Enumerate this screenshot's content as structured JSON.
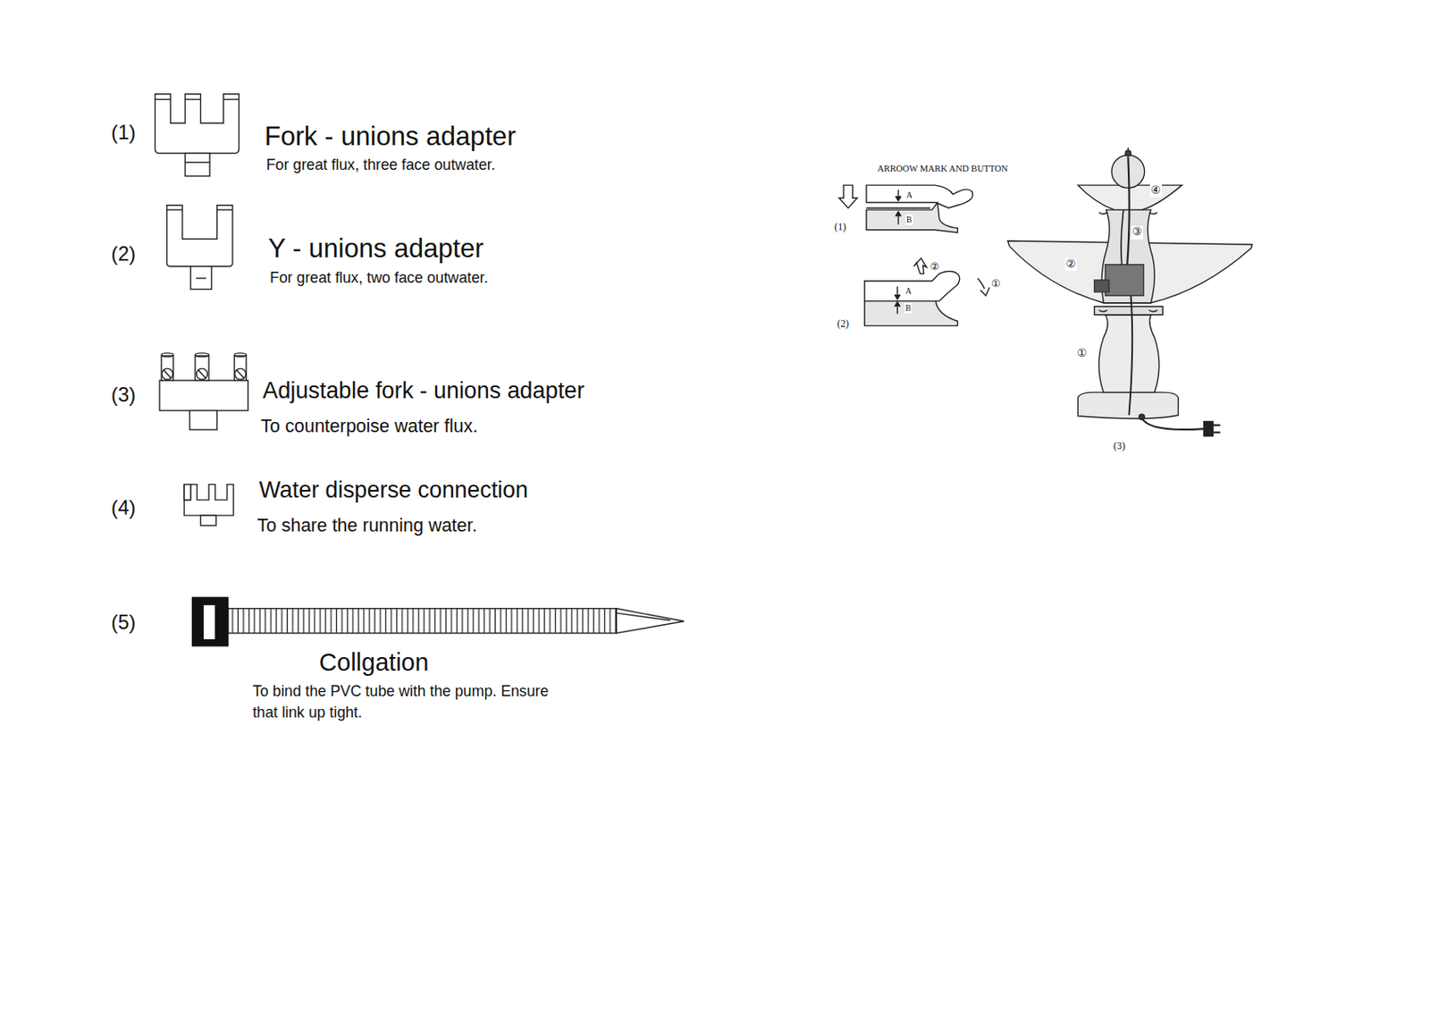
{
  "diagram": {
    "labels": [
      "(1)",
      "Fork - unions adapter",
      "For great flux, three face outwater.",
      "(2)",
      "Y - unions adapter",
      "For great flux, two face outwater.",
      "(3)",
      "Adjustable fork - unions adapter",
      "To counterpoise water flux.",
      "(4)",
      "Water disperse connection",
      "To share the running water.",
      "(5)",
      "Collgation",
      "To bind the PVC tube with the pump. Ensure that link up tight.",
      "ARROOW MARK AND BUTTON",
      "A",
      "B",
      "(1)",
      "②",
      "①",
      "A",
      "B",
      "(2)",
      "④",
      "③",
      "②",
      "①",
      "(3)"
    ]
  }
}
